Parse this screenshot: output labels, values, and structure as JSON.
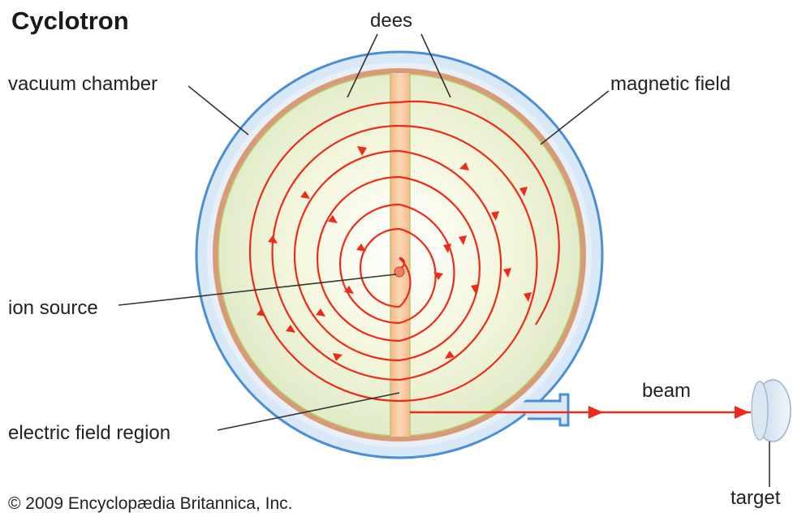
{
  "title": "Cyclotron",
  "labels": {
    "dees": "dees",
    "vacuum_chamber": "vacuum chamber",
    "magnetic_field": "magnetic field",
    "ion_source": "ion source",
    "electric_field_region": "electric field region",
    "beam": "beam",
    "target": "target"
  },
  "copyright": "© 2009 Encyclopædia Britannica, Inc.",
  "colors": {
    "chamber_outline": "#4a8fd6",
    "chamber_fill": "#dbeaf7",
    "dee_rim": "#d99a78",
    "dee_fill": "#f2f3d6",
    "gap_fill": "#f8c9a0",
    "orbit": "#ee2a1a"
  }
}
